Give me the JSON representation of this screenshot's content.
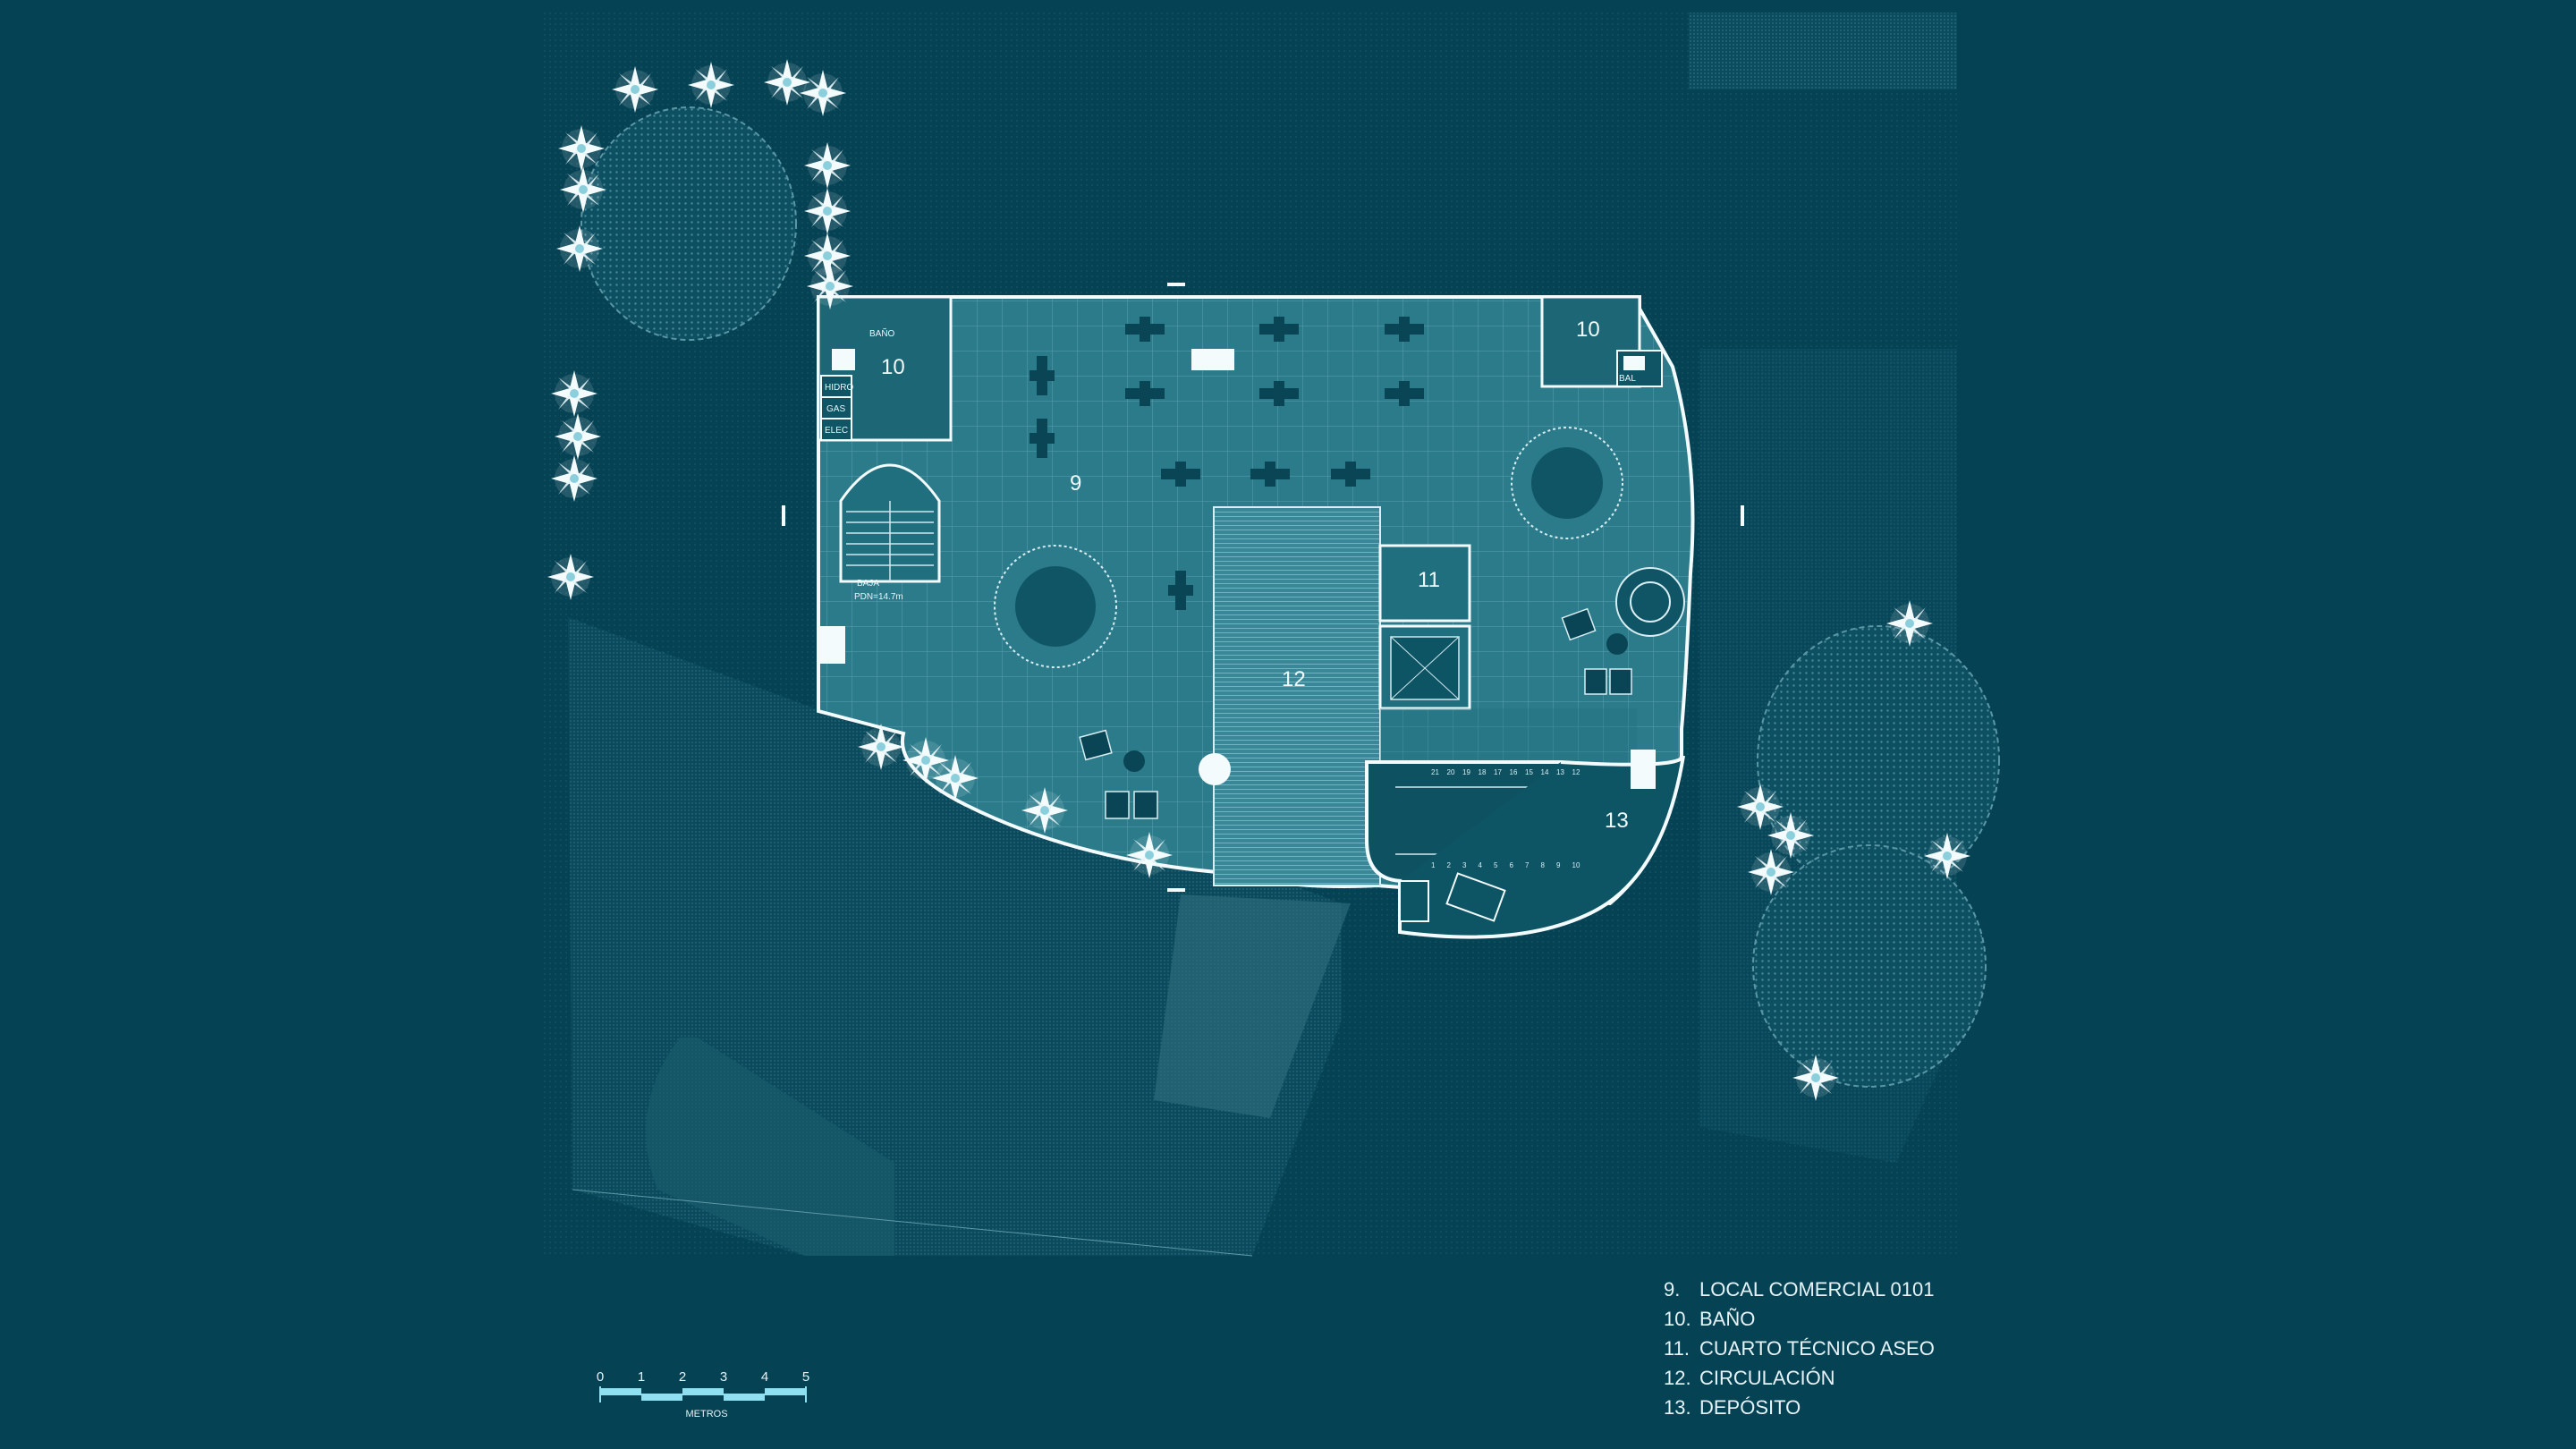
{
  "plan": {
    "room_labels": {
      "r9": "9",
      "r10a": "10",
      "r10b": "10",
      "r11": "11",
      "r12": "12",
      "r13": "13"
    },
    "small_labels": {
      "bano": "BAÑO",
      "hidro": "HIDRO",
      "gas": "GAS",
      "elec": "ELEC",
      "baja": "BAJA",
      "npt": "PDN=14.7m",
      "bal": "BAL"
    },
    "stair_steps": [
      "21",
      "20",
      "19",
      "18",
      "17",
      "16",
      "15",
      "14",
      "13",
      "12"
    ],
    "stair_steps_bottom": [
      "1",
      "2",
      "3",
      "4",
      "5",
      "6",
      "7",
      "8",
      "9",
      "10"
    ]
  },
  "legend": [
    {
      "num": "9.",
      "text": "LOCAL COMERCIAL 0101"
    },
    {
      "num": "10.",
      "text": "BAÑO"
    },
    {
      "num": "11.",
      "text": "CUARTO TÉCNICO ASEO"
    },
    {
      "num": "12.",
      "text": "CIRCULACIÓN"
    },
    {
      "num": "13.",
      "text": "DEPÓSITO"
    }
  ],
  "scale": {
    "ticks": [
      "0",
      "1",
      "2",
      "3",
      "4",
      "5"
    ],
    "unit": "METROS"
  },
  "colors": {
    "background": "#054254",
    "floor": "#2a7f8e",
    "line": "#e8f6fa",
    "scale_fill": "#8fe0f0"
  }
}
